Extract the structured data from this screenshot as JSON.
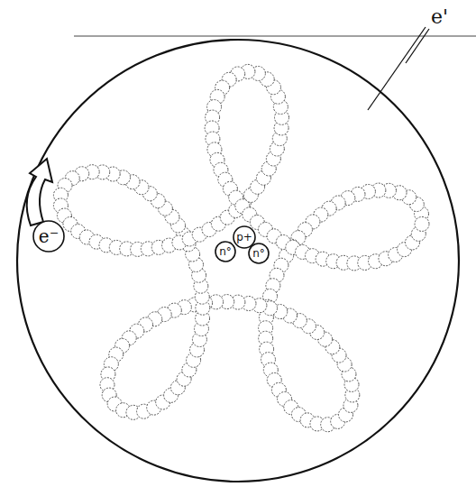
{
  "diagram": {
    "nodes": [
      {
        "text": [
          "p+"
        ]
      },
      {
        "text": [
          "n°"
        ]
      },
      {
        "text": [
          "n°"
        ]
      },
      {
        "text": [
          "e⁻"
        ]
      }
    ],
    "labels": [
      "e'"
    ]
  }
}
